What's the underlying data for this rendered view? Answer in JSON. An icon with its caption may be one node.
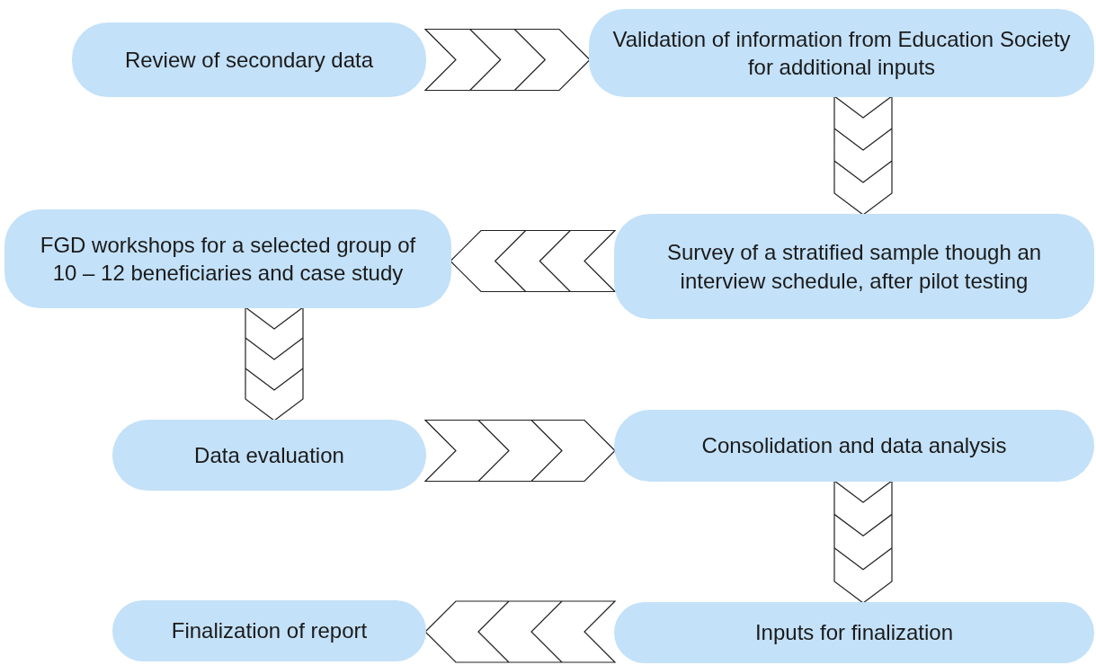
{
  "diagram": {
    "nodes": [
      {
        "text": [
          "Review of secondary data"
        ]
      },
      {
        "text": [
          "Validation of information from Education Society for additional inputs"
        ]
      },
      {
        "text": [
          "Survey of a stratified sample though an interview schedule, after pilot testing"
        ]
      },
      {
        "text": [
          "FGD workshops for a selected group of 10 – 12 beneficiaries and case study"
        ]
      },
      {
        "text": [
          "Data evaluation"
        ]
      },
      {
        "text": [
          "Consolidation and data analysis"
        ]
      },
      {
        "text": [
          "Inputs for finalization"
        ]
      },
      {
        "text": [
          "Finalization of report"
        ]
      }
    ],
    "edges": [
      {
        "from": 0,
        "to": 1,
        "arrow": "to"
      },
      {
        "from": 1,
        "to": 2,
        "arrow": "to"
      },
      {
        "from": 2,
        "to": 3,
        "arrow": "to"
      },
      {
        "from": 3,
        "to": 4,
        "arrow": "to"
      },
      {
        "from": 4,
        "to": 5,
        "arrow": "to"
      },
      {
        "from": 5,
        "to": 6,
        "arrow": "to"
      },
      {
        "from": 6,
        "to": 7,
        "arrow": "to"
      }
    ]
  }
}
